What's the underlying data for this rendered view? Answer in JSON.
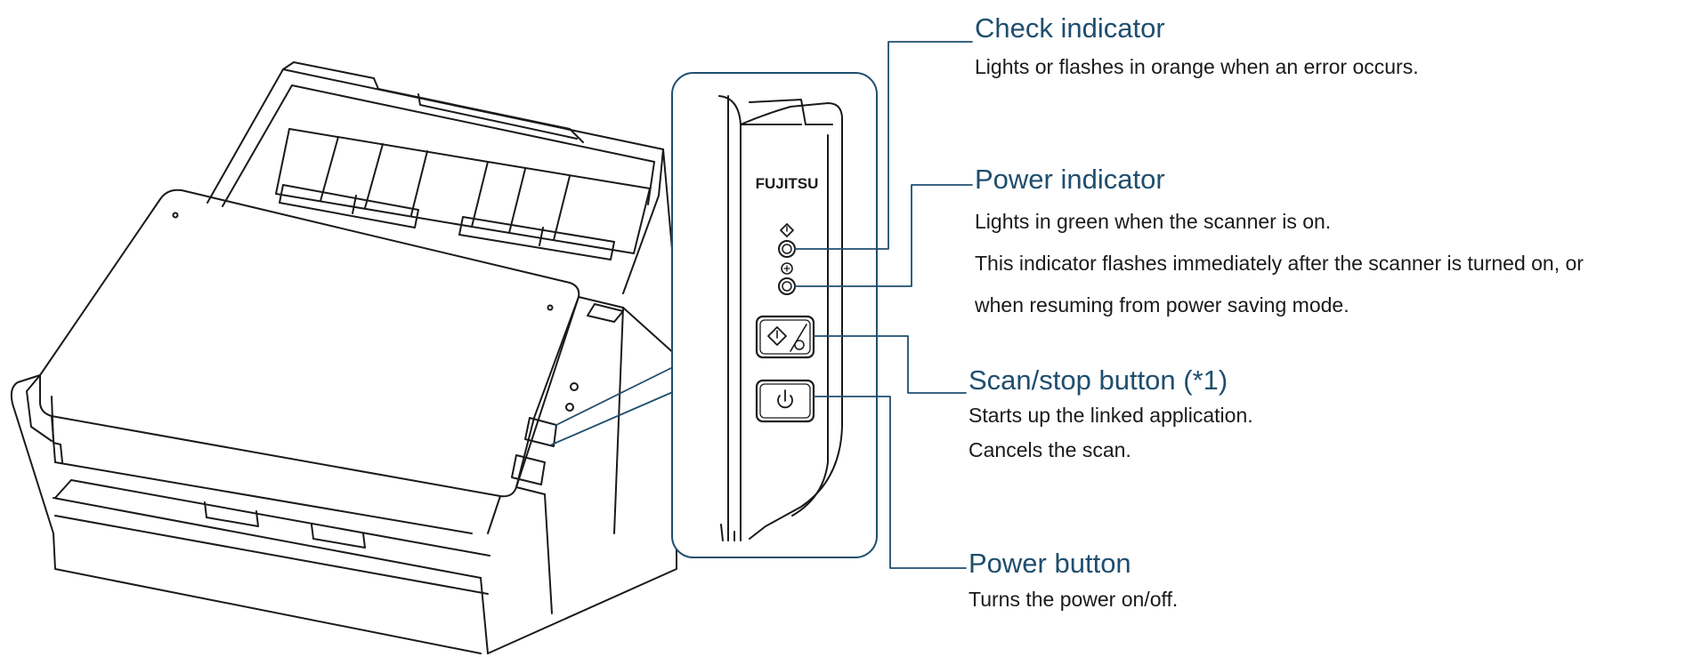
{
  "figure": {
    "brand_label": "FUJITSU",
    "accent_color": "#1f4e6e",
    "outline_color": "#1a1a1a",
    "callouts": [
      {
        "title": "Check indicator",
        "lines": [
          "Lights or flashes in orange when an error occurs."
        ]
      },
      {
        "title": "Power indicator",
        "lines": [
          "Lights in green when the scanner is on.",
          "This indicator flashes immediately after the scanner is turned on, or",
          "when resuming from power saving mode."
        ]
      },
      {
        "title": "Scan/stop button (*1)",
        "lines": [
          "Starts up the linked application.",
          "Cancels the scan."
        ]
      },
      {
        "title": "Power button",
        "lines": [
          "Turns the power on/off."
        ]
      }
    ],
    "icons": {
      "check": "diamond-exclamation-icon",
      "power_indicator": "power-plug-icon",
      "scan_stop": "scan-stop-icon",
      "power": "power-icon"
    }
  }
}
